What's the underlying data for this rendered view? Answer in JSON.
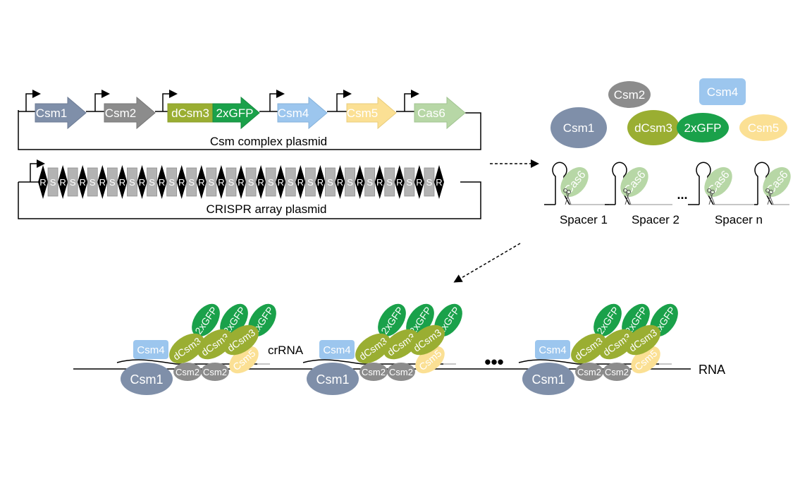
{
  "plasmid1": {
    "label": "Csm complex plasmid",
    "genes": [
      {
        "label": "Csm1",
        "color": "#7f8fa9"
      },
      {
        "label": "Csm2",
        "color": "#8c8c8c"
      },
      {
        "label": "dCsm3",
        "color": "#9aae32"
      },
      {
        "label": "2xGFP",
        "color": "#1aa14a"
      },
      {
        "label": "Csm4",
        "color": "#9cc6ee"
      },
      {
        "label": "Csm5",
        "color": "#fbe094"
      },
      {
        "label": "Cas6",
        "color": "#b7d7a6"
      }
    ]
  },
  "plasmid2": {
    "label": "CRISPR array plasmid",
    "repeat_label": "R",
    "spacer_label": "S",
    "spacer_color": "#b3b3b3"
  },
  "proteins": {
    "csm1": "Csm1",
    "csm2": "Csm2",
    "dcsm3": "dCsm3",
    "gfp": "2xGFP",
    "csm4": "Csm4",
    "csm5": "Csm5",
    "cas6": "Cas6"
  },
  "spacers": {
    "labels": [
      "Spacer 1",
      "Spacer 2",
      "Spacer n"
    ],
    "ellipsis": "..."
  },
  "complex": {
    "crrna_label": "crRNA",
    "rna_label": "RNA",
    "ellipsis": "•••"
  },
  "colors": {
    "csm1": "#7f8fa9",
    "csm2": "#8c8c8c",
    "dcsm3": "#9aae32",
    "gfp": "#1aa14a",
    "csm4": "#9cc6ee",
    "csm5": "#fbe094",
    "cas6": "#b7d7a6"
  }
}
